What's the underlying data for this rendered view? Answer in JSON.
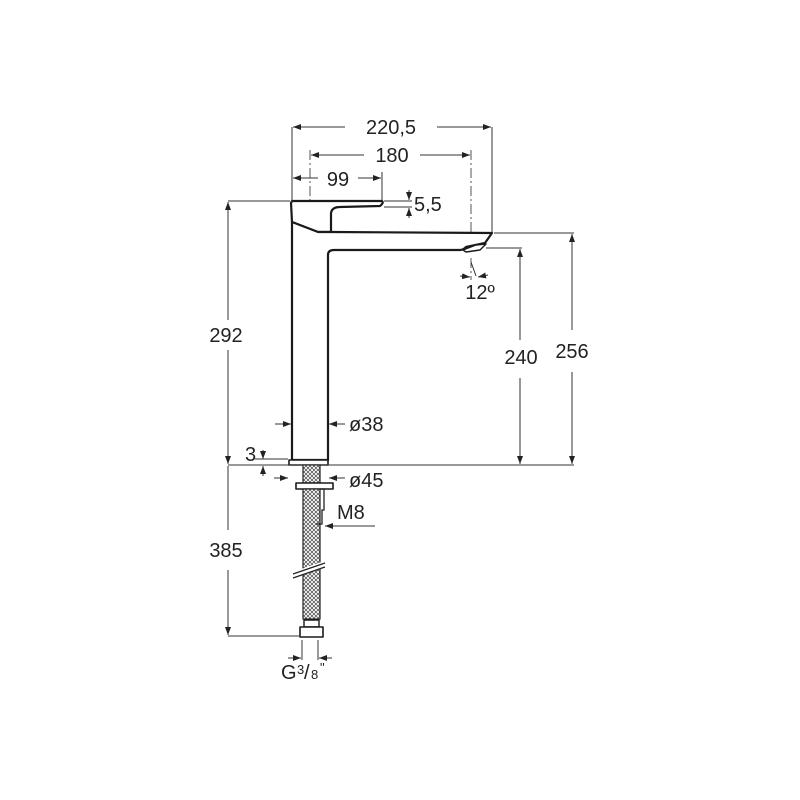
{
  "drawing": {
    "subject": "basin mixer faucet dimensional drawing",
    "units": "mm",
    "dimensions": {
      "overall_reach": "220,5",
      "spout_reach_axis": "180",
      "lever_length": "99",
      "lever_gap": "5,5",
      "total_height": "292",
      "outlet_height_axis": "240",
      "spout_top_height": "256",
      "spout_angle": "12º",
      "body_diameter": "ø38",
      "base_diameter": "ø45",
      "base_thickness": "3",
      "stud_thread": "M8",
      "hose_length": "385",
      "hose_connection": "G",
      "hose_connection_fraction_num": "3",
      "hose_connection_fraction_den": "8",
      "hose_connection_unit": "\""
    }
  }
}
